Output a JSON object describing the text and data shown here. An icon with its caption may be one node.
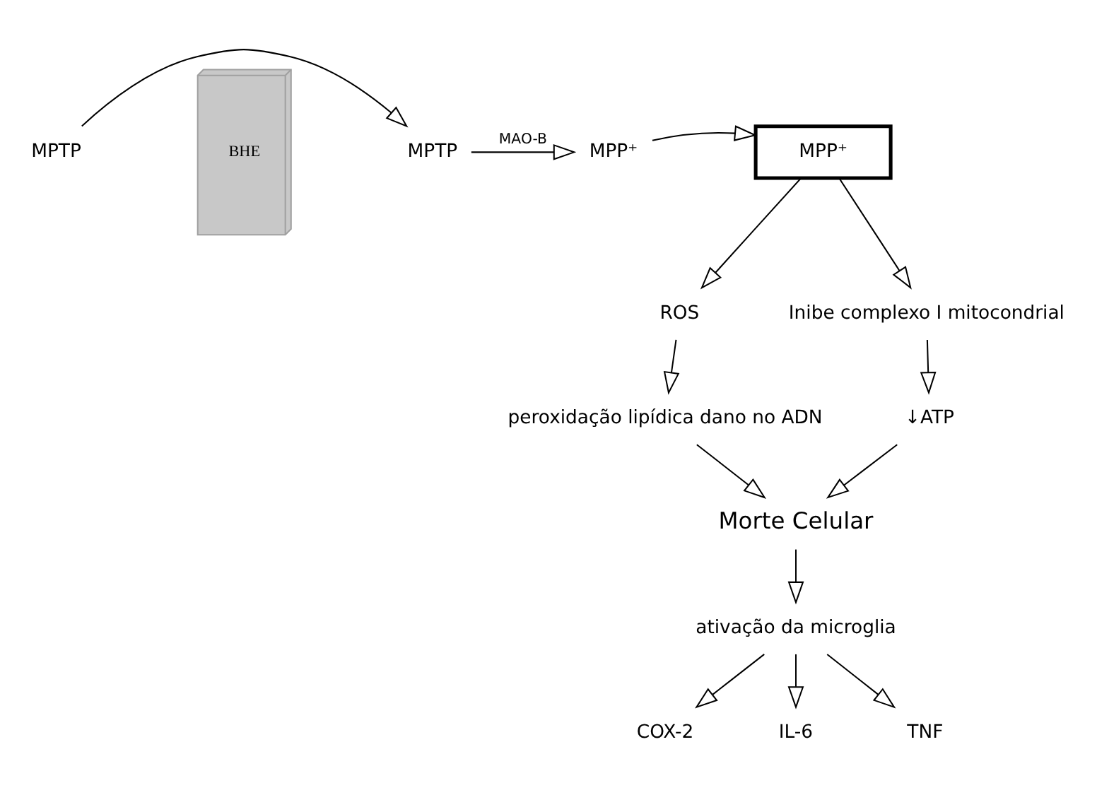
{
  "diagram": {
    "nodes": [
      {
        "text": [
          "BHE"
        ]
      },
      {
        "text": [
          "MPTP"
        ]
      },
      {
        "text": [
          "MPTP"
        ]
      },
      {
        "text": [
          "MPP⁺"
        ]
      },
      {
        "text": [
          "MPP⁺"
        ]
      },
      {
        "text": [
          "ROS"
        ]
      },
      {
        "text": [
          "Inibe complexo I mitocondrial"
        ]
      },
      {
        "text": [
          "peroxidação lipídica dano no ADN"
        ]
      },
      {
        "text": [
          "↓ATP"
        ]
      },
      {
        "text": [
          "Morte Celular"
        ]
      },
      {
        "text": [
          "ativação da microglia"
        ]
      },
      {
        "text": [
          "COX-2"
        ]
      },
      {
        "text": [
          "IL-6"
        ]
      },
      {
        "text": [
          "TNF"
        ]
      }
    ],
    "edges": [
      {
        "from": 1,
        "to": 2,
        "arrow": "to"
      },
      {
        "from": 2,
        "to": 3,
        "arrow": "to",
        "label": "MAO-B"
      },
      {
        "from": 3,
        "to": 4,
        "arrow": "to"
      },
      {
        "from": 4,
        "to": 5,
        "arrow": "to"
      },
      {
        "from": 4,
        "to": 6,
        "arrow": "to"
      },
      {
        "from": 5,
        "to": 7,
        "arrow": "to"
      },
      {
        "from": 6,
        "to": 8,
        "arrow": "to"
      },
      {
        "from": 7,
        "to": 9,
        "arrow": "to"
      },
      {
        "from": 8,
        "to": 9,
        "arrow": "to"
      },
      {
        "from": 9,
        "to": 10,
        "arrow": "to"
      },
      {
        "from": 10,
        "to": 11,
        "arrow": "to"
      },
      {
        "from": 10,
        "to": 12,
        "arrow": "to"
      },
      {
        "from": 10,
        "to": 13,
        "arrow": "to"
      }
    ]
  }
}
